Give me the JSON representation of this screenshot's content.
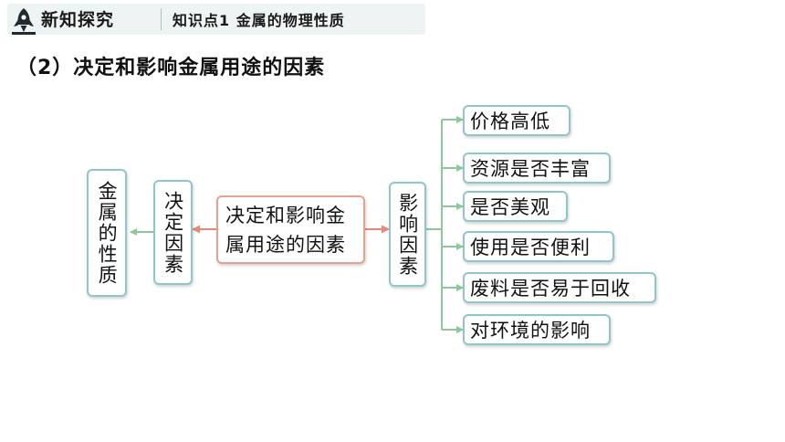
{
  "header": {
    "section_title": "新知探究",
    "knowledge_point": "知识点1  金属的物理性质"
  },
  "subtitle": "（2）决定和影响金属用途的因素",
  "diagram": {
    "center": "决定和影响金属用途的因素",
    "left_branch": "决定因素",
    "left_result": "金属的性质",
    "right_branch": "影响因素",
    "right_items": [
      "价格高低",
      "资源是否丰富",
      "是否美观",
      "使用是否便利",
      "废料是否易于回收",
      "对环境的影响"
    ]
  },
  "colors": {
    "box_border": "#8fc6cb",
    "center_border": "#e3a192",
    "arrow_green": "#8cc99a",
    "arrow_red": "#e38b78"
  }
}
